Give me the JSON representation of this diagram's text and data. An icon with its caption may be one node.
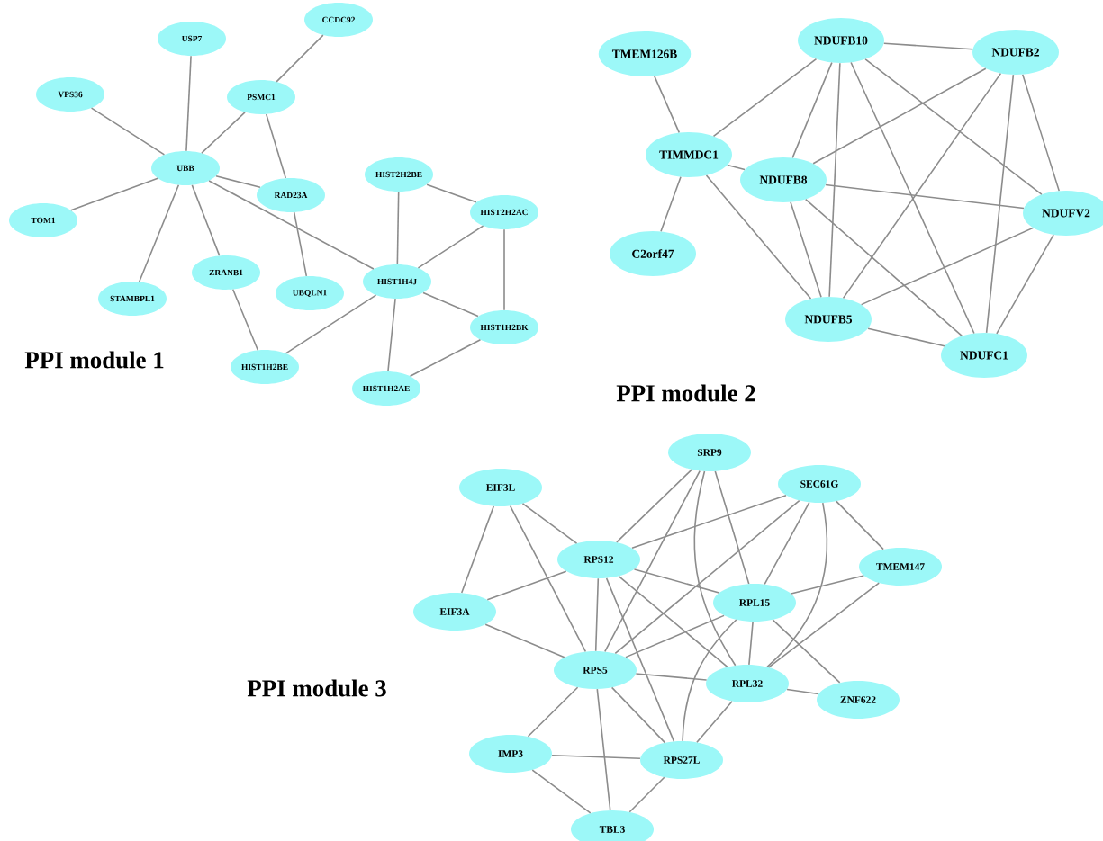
{
  "diagram": {
    "nodes": [
      {
        "text": [
          "CCDC92"
        ]
      },
      {
        "text": [
          "USP7"
        ]
      },
      {
        "text": [
          "VPS36"
        ]
      },
      {
        "text": [
          "PSMC1"
        ]
      },
      {
        "text": [
          "UBB"
        ]
      },
      {
        "text": [
          "HIST2H2BE"
        ]
      },
      {
        "text": [
          "RAD23A"
        ]
      },
      {
        "text": [
          "HIST2H2AC"
        ]
      },
      {
        "text": [
          "TOM1"
        ]
      },
      {
        "text": [
          "ZRANB1"
        ]
      },
      {
        "text": [
          "HIST1H4J"
        ]
      },
      {
        "text": [
          "UBQLN1"
        ]
      },
      {
        "text": [
          "STAMBPL1"
        ]
      },
      {
        "text": [
          "HIST1H2BK"
        ]
      },
      {
        "text": [
          "HIST1H2BE"
        ]
      },
      {
        "text": [
          "HIST1H2AE"
        ]
      },
      {
        "text": [
          "NDUFB10"
        ]
      },
      {
        "text": [
          "TMEM126B"
        ]
      },
      {
        "text": [
          "NDUFB2"
        ]
      },
      {
        "text": [
          "TIMMDC1"
        ]
      },
      {
        "text": [
          "NDUFB8"
        ]
      },
      {
        "text": [
          "NDUFV2"
        ]
      },
      {
        "text": [
          "C2orf47"
        ]
      },
      {
        "text": [
          "NDUFB5"
        ]
      },
      {
        "text": [
          "NDUFC1"
        ]
      },
      {
        "text": [
          "SRP9"
        ]
      },
      {
        "text": [
          "SEC61G"
        ]
      },
      {
        "text": [
          "EIF3L"
        ]
      },
      {
        "text": [
          "RPS12"
        ]
      },
      {
        "text": [
          "TMEM147"
        ]
      },
      {
        "text": [
          "RPL15"
        ]
      },
      {
        "text": [
          "EIF3A"
        ]
      },
      {
        "text": [
          "RPS5"
        ]
      },
      {
        "text": [
          "RPL32"
        ]
      },
      {
        "text": [
          "ZNF622"
        ]
      },
      {
        "text": [
          "IMP3"
        ]
      },
      {
        "text": [
          "RPS27L"
        ]
      },
      {
        "text": [
          "TBL3"
        ]
      }
    ],
    "edges": [
      {
        "from": 0,
        "to": 3,
        "arrow": "none"
      },
      {
        "from": 1,
        "to": 4,
        "arrow": "none"
      },
      {
        "from": 2,
        "to": 4,
        "arrow": "none"
      },
      {
        "from": 3,
        "to": 4,
        "arrow": "none"
      },
      {
        "from": 3,
        "to": 6,
        "arrow": "none"
      },
      {
        "from": 4,
        "to": 6,
        "arrow": "none"
      },
      {
        "from": 4,
        "to": 8,
        "arrow": "none"
      },
      {
        "from": 4,
        "to": 12,
        "arrow": "none"
      },
      {
        "from": 4,
        "to": 9,
        "arrow": "none"
      },
      {
        "from": 4,
        "to": 10,
        "arrow": "none"
      },
      {
        "from": 6,
        "to": 11,
        "arrow": "none"
      },
      {
        "from": 5,
        "to": 7,
        "arrow": "none"
      },
      {
        "from": 5,
        "to": 10,
        "arrow": "none"
      },
      {
        "from": 7,
        "to": 10,
        "arrow": "none"
      },
      {
        "from": 7,
        "to": 13,
        "arrow": "none"
      },
      {
        "from": 10,
        "to": 13,
        "arrow": "none"
      },
      {
        "from": 10,
        "to": 14,
        "arrow": "none"
      },
      {
        "from": 10,
        "to": 15,
        "arrow": "none"
      },
      {
        "from": 9,
        "to": 14,
        "arrow": "none"
      },
      {
        "from": 13,
        "to": 15,
        "arrow": "none"
      },
      {
        "from": 17,
        "to": 19,
        "arrow": "none"
      },
      {
        "from": 19,
        "to": 22,
        "arrow": "none"
      },
      {
        "from": 19,
        "to": 16,
        "arrow": "none"
      },
      {
        "from": 19,
        "to": 20,
        "arrow": "none"
      },
      {
        "from": 19,
        "to": 23,
        "arrow": "none"
      },
      {
        "from": 16,
        "to": 18,
        "arrow": "none"
      },
      {
        "from": 16,
        "to": 20,
        "arrow": "none"
      },
      {
        "from": 16,
        "to": 23,
        "arrow": "none"
      },
      {
        "from": 16,
        "to": 24,
        "arrow": "none"
      },
      {
        "from": 16,
        "to": 21,
        "arrow": "none"
      },
      {
        "from": 18,
        "to": 20,
        "arrow": "none"
      },
      {
        "from": 18,
        "to": 23,
        "arrow": "none"
      },
      {
        "from": 18,
        "to": 24,
        "arrow": "none"
      },
      {
        "from": 18,
        "to": 21,
        "arrow": "none"
      },
      {
        "from": 20,
        "to": 21,
        "arrow": "none"
      },
      {
        "from": 20,
        "to": 23,
        "arrow": "none"
      },
      {
        "from": 20,
        "to": 24,
        "arrow": "none"
      },
      {
        "from": 21,
        "to": 23,
        "arrow": "none"
      },
      {
        "from": 21,
        "to": 24,
        "arrow": "none"
      },
      {
        "from": 23,
        "to": 24,
        "arrow": "none"
      },
      {
        "from": 27,
        "to": 31,
        "arrow": "none"
      },
      {
        "from": 27,
        "to": 28,
        "arrow": "none"
      },
      {
        "from": 27,
        "to": 32,
        "arrow": "none"
      },
      {
        "from": 25,
        "to": 28,
        "arrow": "none"
      },
      {
        "from": 25,
        "to": 32,
        "arrow": "none"
      },
      {
        "from": 25,
        "to": 30,
        "arrow": "none"
      },
      {
        "from": 25,
        "to": 33,
        "arrow": "none"
      },
      {
        "from": 26,
        "to": 28,
        "arrow": "none"
      },
      {
        "from": 26,
        "to": 32,
        "arrow": "none"
      },
      {
        "from": 26,
        "to": 30,
        "arrow": "none"
      },
      {
        "from": 26,
        "to": 33,
        "arrow": "none"
      },
      {
        "from": 26,
        "to": 29,
        "arrow": "none"
      },
      {
        "from": 28,
        "to": 31,
        "arrow": "none"
      },
      {
        "from": 28,
        "to": 30,
        "arrow": "none"
      },
      {
        "from": 28,
        "to": 33,
        "arrow": "none"
      },
      {
        "from": 28,
        "to": 32,
        "arrow": "none"
      },
      {
        "from": 28,
        "to": 36,
        "arrow": "none"
      },
      {
        "from": 29,
        "to": 30,
        "arrow": "none"
      },
      {
        "from": 29,
        "to": 33,
        "arrow": "none"
      },
      {
        "from": 31,
        "to": 32,
        "arrow": "none"
      },
      {
        "from": 30,
        "to": 32,
        "arrow": "none"
      },
      {
        "from": 30,
        "to": 33,
        "arrow": "none"
      },
      {
        "from": 30,
        "to": 34,
        "arrow": "none"
      },
      {
        "from": 30,
        "to": 36,
        "arrow": "none"
      },
      {
        "from": 32,
        "to": 33,
        "arrow": "none"
      },
      {
        "from": 32,
        "to": 35,
        "arrow": "none"
      },
      {
        "from": 32,
        "to": 36,
        "arrow": "none"
      },
      {
        "from": 32,
        "to": 37,
        "arrow": "none"
      },
      {
        "from": 33,
        "to": 34,
        "arrow": "none"
      },
      {
        "from": 33,
        "to": 36,
        "arrow": "none"
      },
      {
        "from": 35,
        "to": 36,
        "arrow": "none"
      },
      {
        "from": 35,
        "to": 37,
        "arrow": "none"
      },
      {
        "from": 36,
        "to": 37,
        "arrow": "none"
      }
    ],
    "labels": [
      "PPI module 1",
      "PPI module 2",
      "PPI module 3"
    ]
  }
}
